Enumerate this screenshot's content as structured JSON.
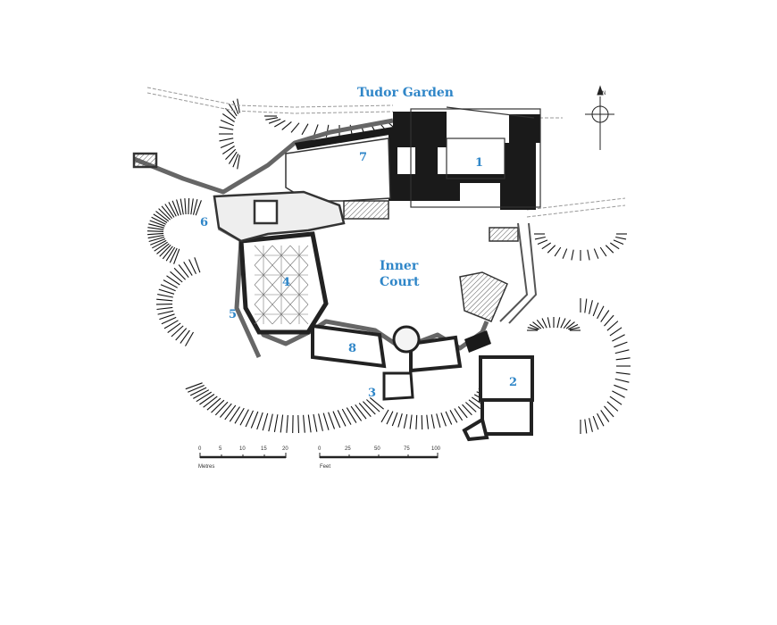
{
  "map": {
    "title": "Tudor Garden",
    "areas": {
      "inner_court_line1": "Inner",
      "inner_court_line2": "Court"
    },
    "numbers": [
      "1",
      "2",
      "3",
      "4",
      "5",
      "6",
      "7",
      "8"
    ],
    "label_color": "#2f86c8",
    "wall_color": "#1a1a1a",
    "north_label": "N",
    "scale_metres": {
      "ticks": [
        "0",
        "5",
        "10",
        "15",
        "20"
      ],
      "unit": "Metres"
    },
    "scale_feet": {
      "ticks": [
        "0",
        "25",
        "50",
        "75",
        "100"
      ],
      "unit": "Feet"
    }
  }
}
